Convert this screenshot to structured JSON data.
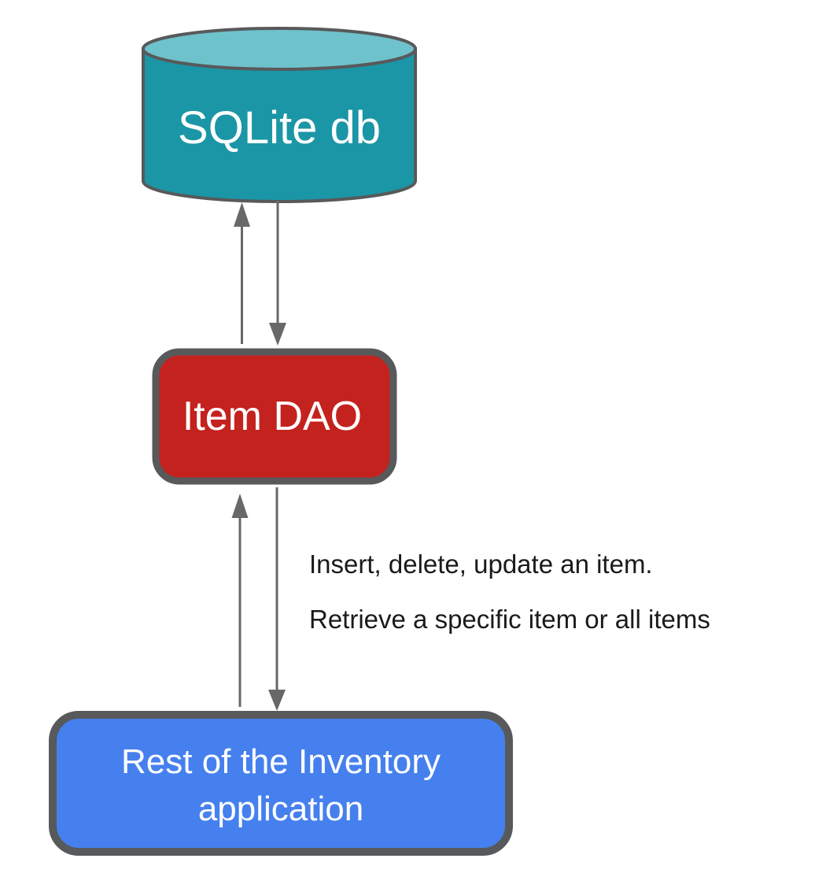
{
  "nodes": {
    "database": {
      "label": "SQLite db",
      "fill": "#1B96A6",
      "top_fill": "#6EC2CC"
    },
    "dao": {
      "label": "Item DAO",
      "fill": "#C4221E"
    },
    "app": {
      "label_line1": "Rest of the Inventory",
      "label_line2": "application",
      "fill": "#4680EE"
    }
  },
  "edges": {
    "annotation_line1": "Insert, delete, update an item.",
    "annotation_line2": "Retrieve a specific item or all items"
  },
  "colors": {
    "outline": "#58595B",
    "arrow": "#66686A",
    "node_text": "#FFFFFF",
    "annotation_text": "#1A1A1A",
    "background": "#FFFFFF"
  }
}
